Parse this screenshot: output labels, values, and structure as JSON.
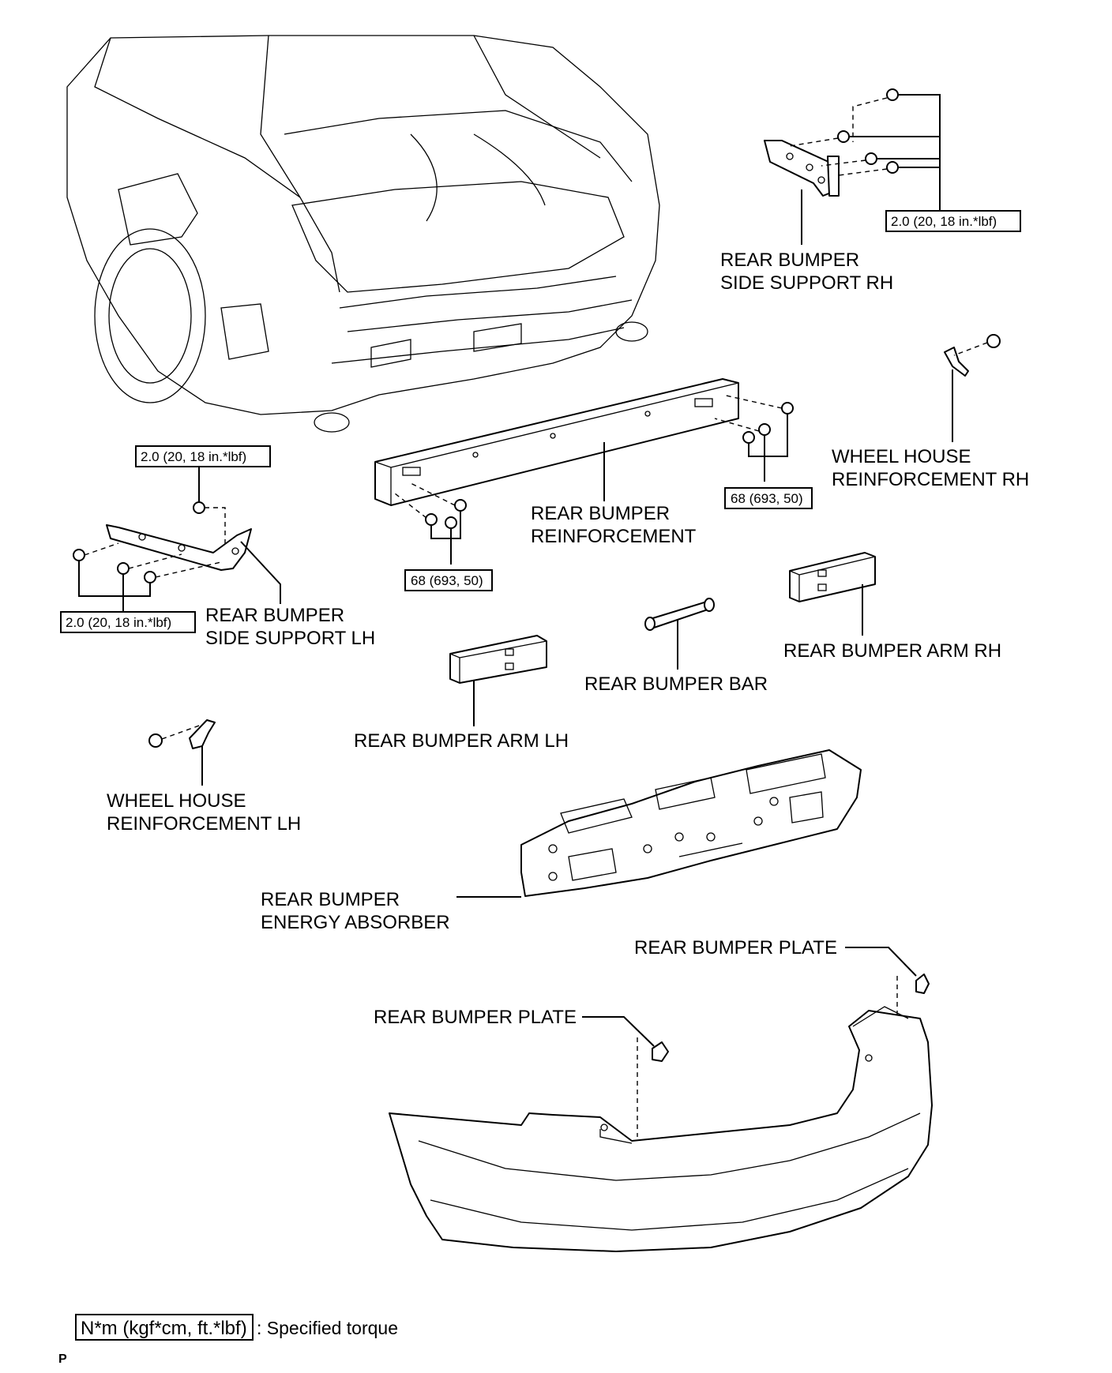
{
  "labels": {
    "side_support_rh": [
      "REAR BUMPER",
      "SIDE SUPPORT RH"
    ],
    "wheel_house_rh": [
      "WHEEL HOUSE",
      "REINFORCEMENT RH"
    ],
    "reinforcement": [
      "REAR BUMPER",
      "REINFORCEMENT"
    ],
    "side_support_lh": [
      "REAR BUMPER",
      "SIDE SUPPORT LH"
    ],
    "arm_rh": "REAR BUMPER ARM RH",
    "bar": "REAR BUMPER BAR",
    "arm_lh": "REAR BUMPER ARM LH",
    "wheel_house_lh": [
      "WHEEL HOUSE",
      "REINFORCEMENT LH"
    ],
    "energy_absorber": [
      "REAR BUMPER",
      "ENERGY ABSORBER"
    ],
    "plate_right": "REAR BUMPER PLATE",
    "plate_left": "REAR BUMPER PLATE"
  },
  "torques": {
    "side_support_rh": "2.0 (20, 18 in.*lbf)",
    "side_support_lh_top": "2.0 (20, 18 in.*lbf)",
    "side_support_lh_bottom": "2.0 (20, 18 in.*lbf)",
    "reinforcement_right": "68 (693, 50)",
    "reinforcement_left": "68 (693, 50)"
  },
  "legend": {
    "unit_box": "N*m (kgf*cm, ft.*lbf)",
    "text": ": Specified torque"
  },
  "footer": {
    "mark": "P"
  }
}
